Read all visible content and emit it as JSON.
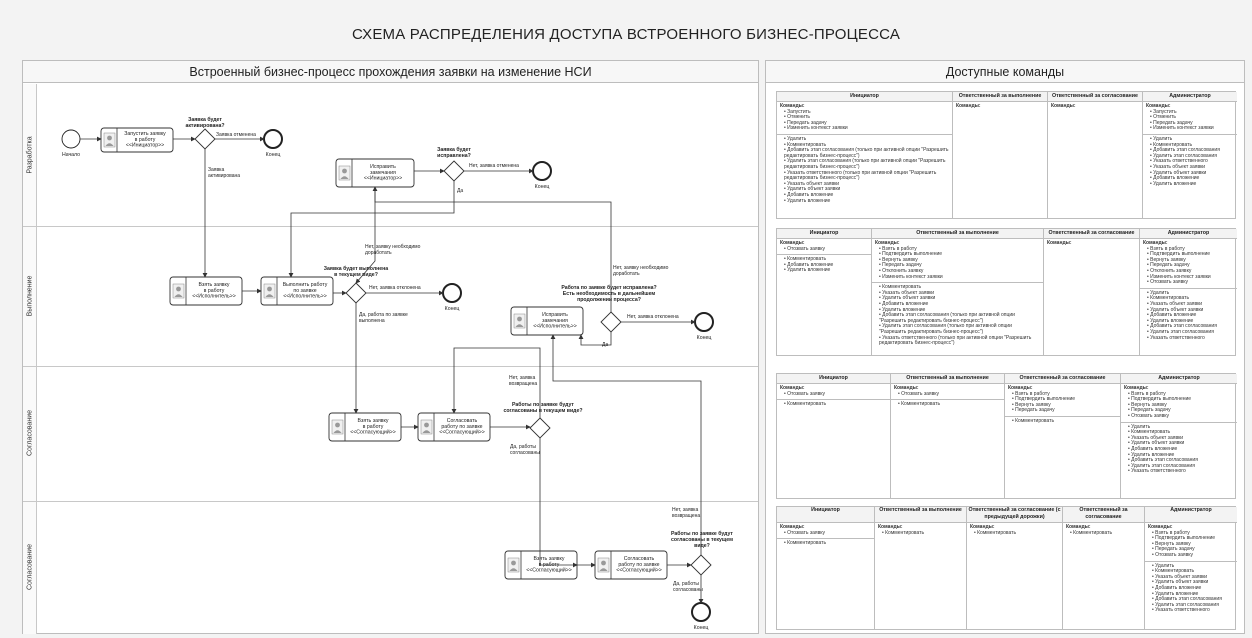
{
  "title": "СХЕМА РАСПРЕДЕЛЕНИЯ ДОСТУПА ВСТРОЕННОГО БИЗНЕС-ПРОЦЕССА",
  "left_panel": {
    "title": "Встроенный бизнес-процесс прохождения заявки на изменение НСИ",
    "lanes": [
      "Разработка",
      "Выполнение",
      "Согласование",
      "Согласование"
    ]
  },
  "diagram": {
    "start": "Начало",
    "end": "Конец",
    "tasks": {
      "t1": [
        "Запустить заявку",
        "в работу",
        "<<Инициатор>>"
      ],
      "t2": [
        "Исправить",
        "замечания",
        "<<Инициатор>>"
      ],
      "t3": [
        "Взять заявку",
        "в работу",
        "<<Исполнитель>>"
      ],
      "t4": [
        "Выполнить работу",
        "по заявке",
        "<<Исполнитель>>"
      ],
      "t5": [
        "Исправить",
        "замечания",
        "<<Исполнитель>>"
      ],
      "t6": [
        "Взять заявку",
        "в работу",
        "<<Согласующий>>"
      ],
      "t7": [
        "Согласовать",
        "работу по заявке",
        "<<Согласующий>>"
      ],
      "t8": [
        "Взять заявку",
        "в работу",
        "<<Согласующий>>"
      ],
      "t9": [
        "Согласовать",
        "работу по заявке",
        "<<Согласующий>>"
      ]
    },
    "gateways": {
      "g1": [
        "Заявка будет",
        "активирована?"
      ],
      "g2": [
        "Заявка будет",
        "исправлена?"
      ],
      "g3": [
        "Заявка будет выполнена",
        "в текущем виде?"
      ],
      "g4": [
        "Работа по заявке будет исправлена?",
        "Есть необходимость в дальнейшем",
        "продолжении процесса?"
      ],
      "g5": [
        "Работы по заявке будут",
        "согласованы в текущем виде?"
      ],
      "g6": [
        "Работы по заявке будут",
        "согласованы в текущем",
        "виде?"
      ]
    },
    "flow_labels": {
      "cancel1": "Заявка отменена",
      "activated": [
        "Заявка",
        "активирована"
      ],
      "cancel2": "Нет, заявка отменена",
      "yes": "Да",
      "rework1": [
        "Нет, заявку необходимо",
        "доработать"
      ],
      "rework2": [
        "Нет, заявку необходимо",
        "доработать"
      ],
      "rejected1": "Нет, заявка отклонена",
      "done": [
        "Да, работа по заявке",
        "выполнена"
      ],
      "rejected2": "Нет, заявка отклонена",
      "returned1": [
        "Нет, заявка",
        "возвращена"
      ],
      "agreed1": [
        "Да, работы",
        "согласованы"
      ],
      "returned2": [
        "Нет, заявка",
        "возвращена"
      ],
      "agreed2": [
        "Да, работы",
        "согласованы"
      ]
    }
  },
  "right_panel": {
    "title": "Доступные команды",
    "tables": [
      {
        "columns": [
          {
            "header": "Инициатор",
            "label": "Команды:",
            "groups": [
              [
                "Запустить",
                "Отменить",
                "Передать задачу",
                "Изменить контекст заявки"
              ],
              [
                "Удалить",
                "Комментировать",
                "Добавить этап согласования (только при активной опции \"Разрешить редактировать бизнес-процесс\")",
                "Удалить этап согласования (только при активной опции \"Разрешить редактировать бизнес-процесс\")",
                "Указать ответственного (только при активной опции \"Разрешить редактировать бизнес-процесс\")",
                "Указать объект заявки",
                "Удалить объект заявки",
                "Добавить вложение",
                "Удалить вложение"
              ]
            ]
          },
          {
            "header": "Ответственный за выполнение",
            "label": "Команды:",
            "groups": []
          },
          {
            "header": "Ответственный за согласование",
            "label": "Команды:",
            "groups": []
          },
          {
            "header": "Администратор",
            "label": "Команды:",
            "groups": [
              [
                "Запустить",
                "Отменить",
                "Передать задачу",
                "Изменить контекст заявки"
              ],
              [
                "Удалить",
                "Комментировать",
                "Добавить этап согласования",
                "Удалить этап согласования",
                "Указать ответственного",
                "Указать объект заявки",
                "Удалить объект заявки",
                "Добавить вложение",
                "Удалить вложение"
              ]
            ]
          }
        ]
      },
      {
        "columns": [
          {
            "header": "Инициатор",
            "label": "Команды:",
            "groups": [
              [
                "Отозвать заявку"
              ],
              [
                "Комментировать",
                "Добавить вложение",
                "Удалить вложение"
              ]
            ]
          },
          {
            "header": "Ответственный за выполнение",
            "label": "Команды:",
            "groups": [
              [
                "Взять в работу",
                "Подтвердить выполнение",
                "Вернуть заявку",
                "Передать задачу",
                "Отклонить заявку",
                "Изменить контекст заявки"
              ],
              [
                "Комментировать",
                "Указать объект заявки",
                "Удалить объект заявки",
                "Добавить вложение",
                "Удалить вложение",
                "Добавить этап согласования (только при активной опции \"Разрешить редактировать бизнес-процесс\")",
                "Удалить этап согласования (только при активной опции \"Разрешить редактировать бизнес-процесс\")",
                "Указать ответственного (только при активной опции \"Разрешить редактировать бизнес-процесс\")"
              ]
            ]
          },
          {
            "header": "Ответственный за согласование",
            "label": "Команды:",
            "groups": []
          },
          {
            "header": "Администратор",
            "label": "Команды:",
            "groups": [
              [
                "Взять в работу",
                "Подтвердить выполнение",
                "Вернуть заявку",
                "Передать задачу",
                "Отклонить заявку",
                "Изменить контекст заявки",
                "Отозвать заявку"
              ],
              [
                "Удалить",
                "Комментировать",
                "Указать объект заявки",
                "Удалить объект заявки",
                "Добавить вложение",
                "Удалить вложение",
                "Добавить этап согласования",
                "Удалить этап согласования",
                "Указать ответственного"
              ]
            ]
          }
        ]
      },
      {
        "columns": [
          {
            "header": "Инициатор",
            "label": "Команды:",
            "groups": [
              [
                "Отозвать заявку"
              ],
              [
                "Комментировать"
              ]
            ]
          },
          {
            "header": "Ответственный за выполнение",
            "label": "Команды:",
            "groups": [
              [
                "Отозвать заявку"
              ],
              [
                "Комментировать"
              ]
            ]
          },
          {
            "header": "Ответственный за согласование",
            "label": "Команды:",
            "groups": [
              [
                "Взять в работу",
                "Подтвердить выполнение",
                "Вернуть заявку",
                "Передать задачу"
              ],
              [
                "Комментировать"
              ]
            ]
          },
          {
            "header": "Администратор",
            "label": "Команды:",
            "groups": [
              [
                "Взять в работу",
                "Подтвердить выполнение",
                "Вернуть заявку",
                "Передать задачу",
                "Отозвать заявку"
              ],
              [
                "Удалить",
                "Комментировать",
                "Указать объект заявки",
                "Удалить объект заявки",
                "Добавить вложение",
                "Удалить вложение",
                "Добавить этап согласования",
                "Удалить этап согласования",
                "Указать ответственного"
              ]
            ]
          }
        ]
      },
      {
        "columns": [
          {
            "header": "Инициатор",
            "label": "Команды:",
            "groups": [
              [
                "Отозвать заявку"
              ],
              [
                "Комментировать"
              ]
            ]
          },
          {
            "header": "Ответственный за выполнение",
            "label": "Команды:",
            "groups": [
              [
                "Комментировать"
              ]
            ]
          },
          {
            "header": "Ответственный за согласование (с предыдущей дорожки)",
            "label": "Команды:",
            "groups": [
              [
                "Комментировать"
              ]
            ]
          },
          {
            "header": "Ответственный за согласование",
            "label": "Команды:",
            "groups": [
              [
                "Комментировать"
              ]
            ]
          },
          {
            "header": "Администратор",
            "label": "Команды:",
            "groups": [
              [
                "Взять в работу",
                "Подтвердить выполнение",
                "Вернуть заявку",
                "Передать задачу",
                "Отозвать заявку"
              ],
              [
                "Удалить",
                "Комментировать",
                "Указать объект заявки",
                "Удалить объект заявки",
                "Добавить вложение",
                "Удалить вложение",
                "Добавить этап согласования",
                "Удалить этап согласования",
                "Указать ответственного"
              ]
            ]
          }
        ]
      }
    ]
  }
}
